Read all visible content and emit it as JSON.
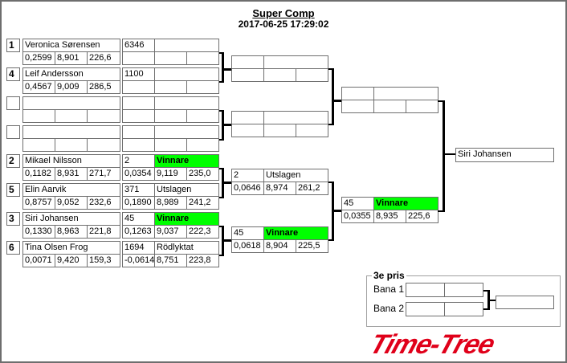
{
  "header": {
    "title": "Super Comp",
    "datetime": "2017-06-25 17:29:02"
  },
  "colors": {
    "winner": "#00ff00",
    "logo": "#e0001a",
    "border": "#6e6e6e"
  },
  "round1": [
    {
      "seed": "1",
      "name": "Veronica Sørensen",
      "reaction": "0,2599",
      "et": "8,901",
      "speed": "226,6",
      "r_id": "6346",
      "r_status": "",
      "r_reaction": "",
      "r_et": "",
      "r_speed": ""
    },
    {
      "seed": "4",
      "name": "Leif Andersson",
      "reaction": "0,4567",
      "et": "9,009",
      "speed": "286,5",
      "r_id": "1100",
      "r_status": "",
      "r_reaction": "",
      "r_et": "",
      "r_speed": ""
    },
    {
      "seed": "",
      "name": "",
      "reaction": "",
      "et": "",
      "speed": "",
      "r_id": "",
      "r_status": "",
      "r_reaction": "",
      "r_et": "",
      "r_speed": ""
    },
    {
      "seed": "",
      "name": "",
      "reaction": "",
      "et": "",
      "speed": "",
      "r_id": "",
      "r_status": "",
      "r_reaction": "",
      "r_et": "",
      "r_speed": ""
    },
    {
      "seed": "2",
      "name": "Mikael Nilsson",
      "reaction": "0,1182",
      "et": "8,931",
      "speed": "271,7",
      "r_id": "2",
      "r_status": "Vinnare",
      "r_reaction": "0,0354",
      "r_et": "9,119",
      "r_speed": "235,0"
    },
    {
      "seed": "5",
      "name": "Elin Aarvik",
      "reaction": "0,8757",
      "et": "9,052",
      "speed": "232,6",
      "r_id": "371",
      "r_status": "Utslagen",
      "r_reaction": "0,1890",
      "r_et": "8,989",
      "r_speed": "241,2"
    },
    {
      "seed": "3",
      "name": "Siri Johansen",
      "reaction": "0,1330",
      "et": "8,963",
      "speed": "221,8",
      "r_id": "45",
      "r_status": "Vinnare",
      "r_reaction": "0,1263",
      "r_et": "9,037",
      "r_speed": "222,3"
    },
    {
      "seed": "6",
      "name": "Tina Olsen Frog",
      "reaction": "0,0071",
      "et": "9,420",
      "speed": "159,3",
      "r_id": "1694",
      "r_status": "Rödlyktat",
      "r_reaction": "-0,0614",
      "r_et": "8,751",
      "r_speed": "223,8"
    }
  ],
  "round2": [
    {
      "id": "",
      "status": "",
      "reaction": "",
      "et": "",
      "speed": ""
    },
    {
      "id": "",
      "status": "",
      "reaction": "",
      "et": "",
      "speed": ""
    },
    {
      "id": "2",
      "status": "Utslagen",
      "reaction": "0,0646",
      "et": "8,974",
      "speed": "261,2"
    },
    {
      "id": "45",
      "status": "Vinnare",
      "reaction": "0,0618",
      "et": "8,904",
      "speed": "225,5"
    }
  ],
  "round3": [
    {
      "id": "",
      "status": "",
      "reaction": "",
      "et": "",
      "speed": ""
    },
    {
      "id": "45",
      "status": "Vinnare",
      "reaction": "0,0355",
      "et": "8,935",
      "speed": "225,6"
    }
  ],
  "final": {
    "winner": "Siri Johansen"
  },
  "third_place": {
    "title": "3e pris",
    "lane1_label": "Bana 1",
    "lane2_label": "Bana 2",
    "lane1": [
      "",
      ""
    ],
    "lane2": [
      "",
      ""
    ],
    "result": ""
  },
  "logo": {
    "text": "Time-Tree"
  }
}
